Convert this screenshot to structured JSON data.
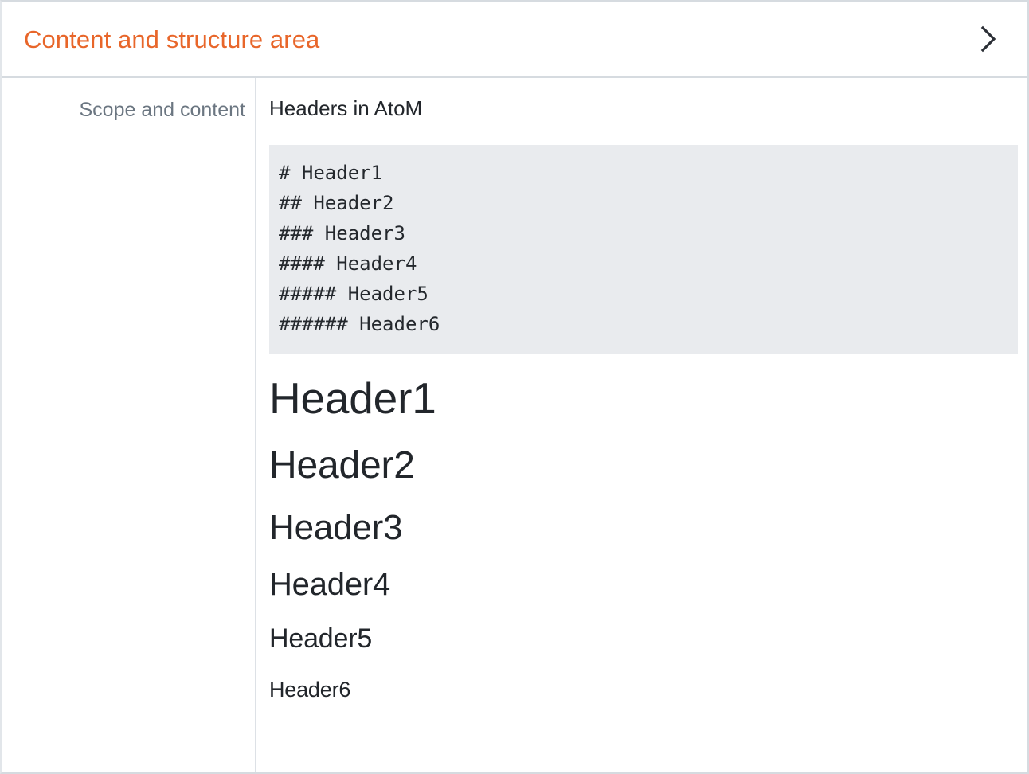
{
  "panel": {
    "header": {
      "title": "Content and structure area",
      "accent_color": "#e8662a",
      "toggle_icon": "chevron-right-icon"
    },
    "field": {
      "label": "Scope and content",
      "label_color": "#6b7681"
    },
    "content": {
      "title": "Headers in AtoM",
      "code_block": {
        "background_color": "#e9ebee",
        "language": "markdown",
        "text": "# Header1\n## Header2\n### Header3\n#### Header4\n##### Header5\n###### Header6",
        "lines": [
          "# Header1",
          "## Header2",
          "### Header3",
          "#### Header4",
          "##### Header5",
          "###### Header6"
        ]
      },
      "rendered_headers": [
        {
          "level": 1,
          "text": "Header1"
        },
        {
          "level": 2,
          "text": "Header2"
        },
        {
          "level": 3,
          "text": "Header3"
        },
        {
          "level": 4,
          "text": "Header4"
        },
        {
          "level": 5,
          "text": "Header5"
        },
        {
          "level": 6,
          "text": "Header6"
        }
      ]
    }
  }
}
